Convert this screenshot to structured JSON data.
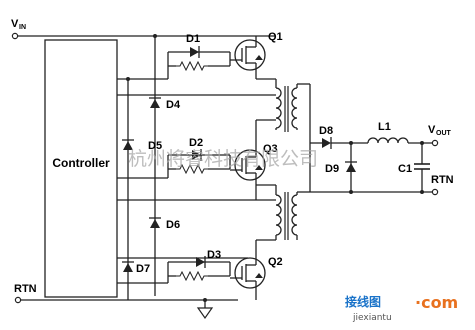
{
  "labels": {
    "vin": "V",
    "vin_sub": "IN",
    "rtn_left": "RTN",
    "controller": "Controller",
    "d1": "D1",
    "q1": "Q1",
    "d4": "D4",
    "d5": "D5",
    "d2": "D2",
    "q3": "Q3",
    "d6": "D6",
    "d7": "D7",
    "d3": "D3",
    "q2": "Q2",
    "d8": "D8",
    "d9": "D9",
    "l1": "L1",
    "c1": "C1",
    "vout": "V",
    "vout_sub": "OUT",
    "rtn_right": "RTN"
  },
  "watermark": {
    "company": "杭州将睿科技有限公司",
    "brand_arrow": "接线图",
    "brand_com": "·com",
    "brand_url": "jiexiantu"
  }
}
